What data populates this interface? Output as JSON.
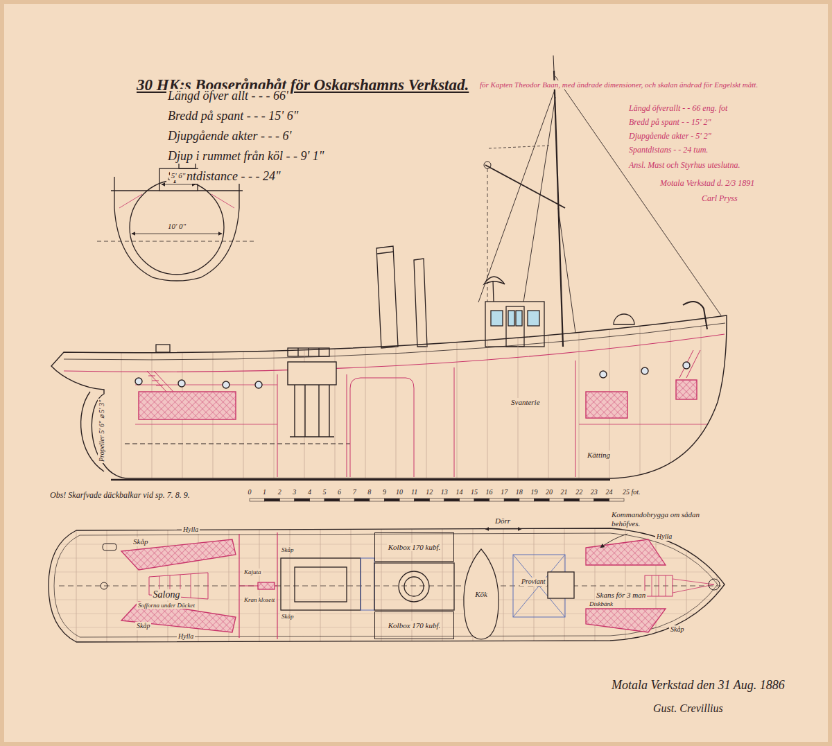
{
  "diagram": {
    "title": "30 HK:s Bogserångbåt för Oskarshamns Verkstad.",
    "nodes": [
      {
        "text": [
          "Kolbox 170 kubf."
        ]
      },
      {
        "text": [
          "Kök"
        ]
      },
      {
        "text": [
          "Kolbox 170 kubf."
        ]
      }
    ],
    "labels": [
      "Längd öfver allt - - - 66'",
      "Bredd på spant - - - 15' 6\"",
      "Djupgående akter - - - 6'",
      "Djup i rummet från köl - - 9' 1\"",
      "Spantdistance - - - 24\"",
      "för Kapten Theodor Baan, med ändrade dimensioner, och skalan ändrad för Engelskt mått.",
      "Längd öfverallt - - 66 eng. fot",
      "Bredd på spant - - 15' 2\"",
      "Djupgående akter - 5' 2\"",
      "Spantdistans - - 24 tum.",
      "Ansl. Mast och Styrhus uteslutna.",
      "Motala Verkstad d. 2/3 1891",
      "Carl Pryss",
      "5' 6\"",
      "10' 0\"",
      "Svanterie",
      "Kätting",
      "Propeller 5' 6\" ⌀ 5' 3\"",
      "Obs! Skarfvade däckbalkar vid sp. 7. 8. 9.",
      "Dörr",
      "Kommandobrygga om sådan behöfves.",
      "Skåp",
      "Hylla",
      "Salong",
      "Sofforna under Däcket",
      "Kajuta",
      "Skåp",
      "Hylla",
      "Skåp",
      "Kran klosett",
      "Skåp",
      "Proviant",
      "Hylla",
      "Skans för 3 man",
      "Diskbänk",
      "Skåp",
      "Motala Verkstad den 31 Aug. 1886",
      "Gust. Crevillius",
      "0",
      "1",
      "2",
      "3",
      "4",
      "5",
      "6",
      "7",
      "8",
      "9",
      "10",
      "11",
      "12",
      "13",
      "14",
      "15",
      "16",
      "17",
      "18",
      "19",
      "20",
      "21",
      "22",
      "23",
      "24",
      "25 fot."
    ]
  }
}
